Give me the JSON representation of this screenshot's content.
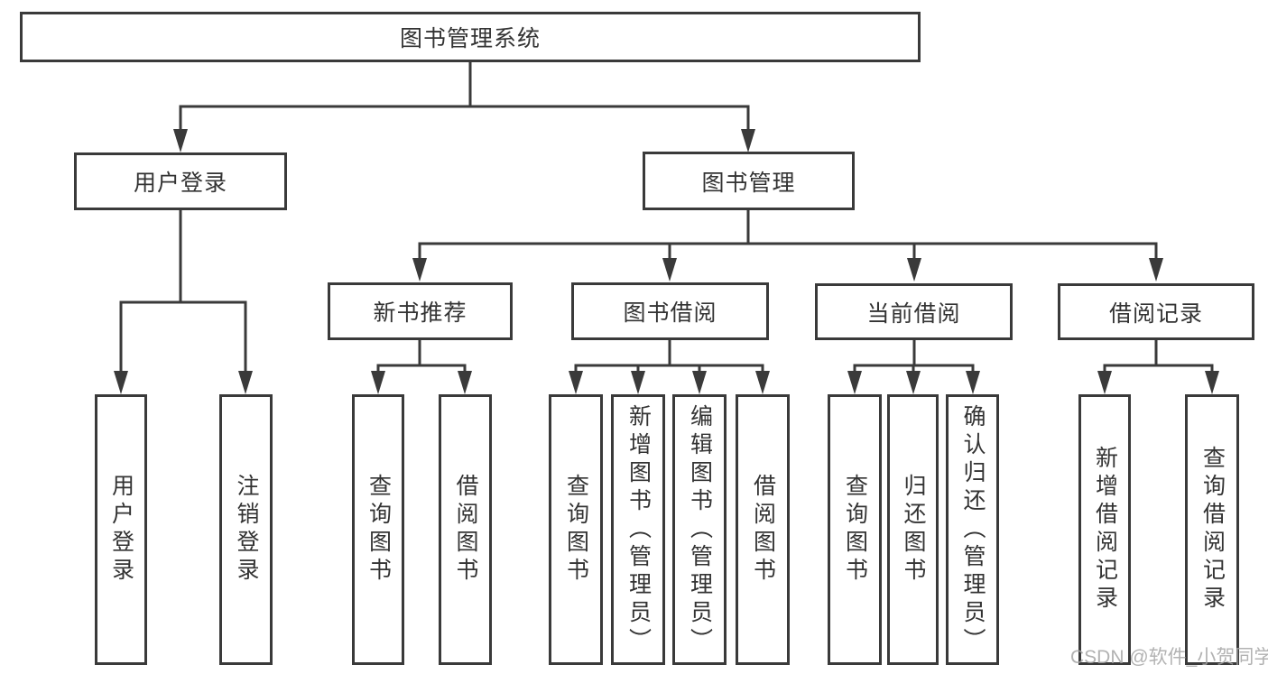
{
  "diagram": {
    "root": {
      "label": "图书管理系统",
      "children": [
        {
          "label": "用户登录",
          "children": [
            {
              "label": "用户登录"
            },
            {
              "label": "注销登录"
            }
          ]
        },
        {
          "label": "图书管理",
          "children": [
            {
              "label": "新书推荐",
              "children": [
                {
                  "label": "查询图书"
                },
                {
                  "label": "借阅图书"
                }
              ]
            },
            {
              "label": "图书借阅",
              "children": [
                {
                  "label": "查询图书"
                },
                {
                  "label": "新增图书（管理员）"
                },
                {
                  "label": "编辑图书（管理员）"
                },
                {
                  "label": "借阅图书"
                }
              ]
            },
            {
              "label": "当前借阅",
              "children": [
                {
                  "label": "查询图书"
                },
                {
                  "label": "归还图书"
                },
                {
                  "label": "确认归还（管理员）"
                }
              ]
            },
            {
              "label": "借阅记录",
              "children": [
                {
                  "label": "新增借阅记录"
                },
                {
                  "label": "查询借阅记录"
                }
              ]
            }
          ]
        }
      ]
    }
  },
  "watermark": {
    "text": "CSDN @软件_小贺同学"
  },
  "colors": {
    "line": "#3a3a3a",
    "text": "#333333",
    "background": "#ffffff",
    "watermark": "#a5a5a5"
  }
}
